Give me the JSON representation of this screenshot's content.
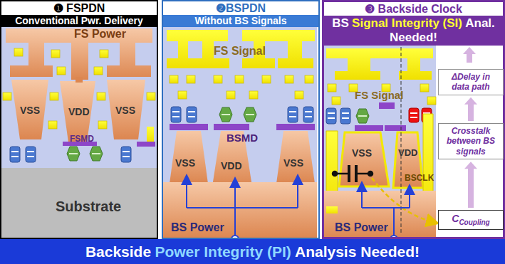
{
  "diagram": {
    "nodes": [
      {
        "text": [
          "❶ FSPDN",
          "Conventional Pwr. Delivery"
        ]
      },
      {
        "text": [
          "❷BSPDN",
          "Without BS Signals"
        ]
      },
      {
        "text": [
          "❸ Backside Clock",
          "BS",
          "Signal Integrity (SI)",
          "Anal. Needed!"
        ]
      },
      {
        "text": [
          "ΔDelay in data path"
        ],
        "in": 2
      },
      {
        "text": [
          "Crosstalk between BS signals"
        ],
        "in": 2
      },
      {
        "text": [
          "C",
          "Coupling"
        ],
        "in": 2
      },
      {
        "text": [
          "Backside",
          "Power Integrity (PI)",
          "Analysis Needed!"
        ]
      }
    ],
    "edges": [
      {
        "from": 5,
        "to": 4,
        "arrow": "to"
      },
      {
        "from": 4,
        "to": 3,
        "arrow": "to"
      }
    ],
    "labels": [
      "FS Power",
      "VSS",
      "VDD",
      "VSS",
      "FSMD",
      "Substrate",
      "FS Signal",
      "BSMD",
      "VSS",
      "VDD",
      "VSS",
      "BS Power",
      "FS Signal",
      "VSS",
      "VDD",
      "BSCLK",
      "BS Power"
    ]
  }
}
